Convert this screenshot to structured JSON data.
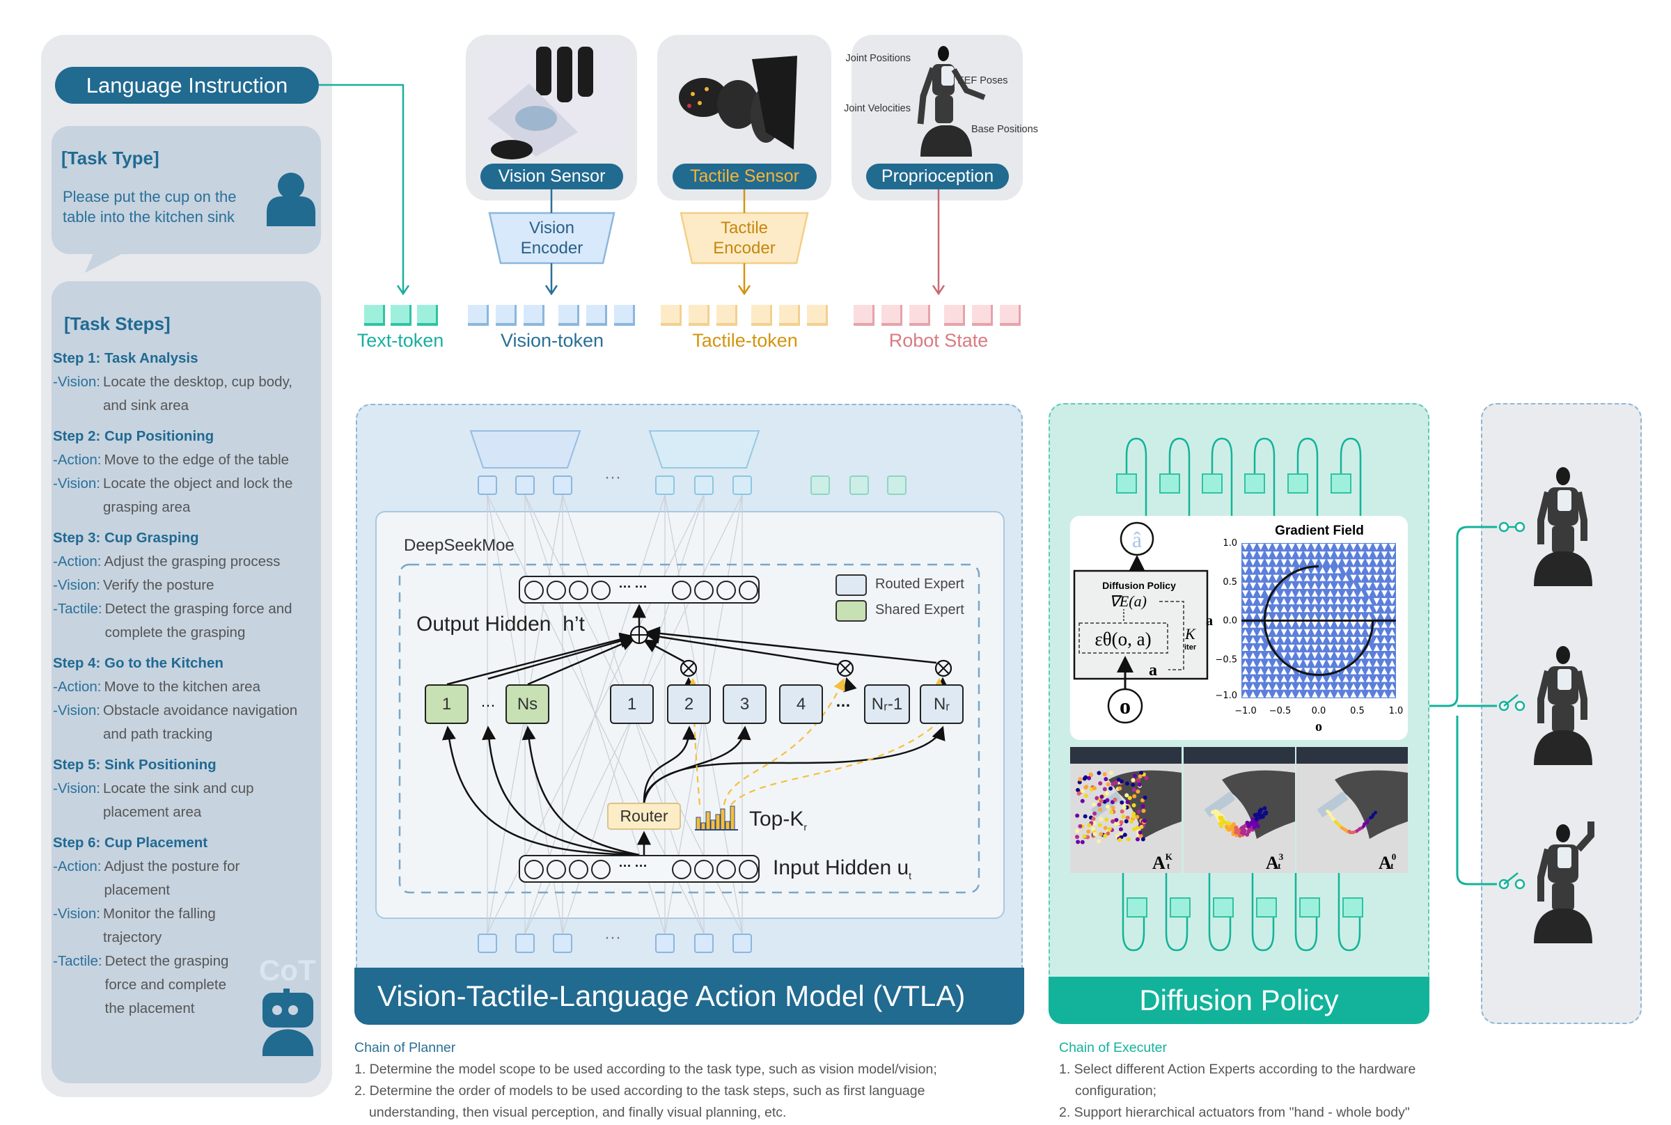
{
  "colors": {
    "brand_blue": "#216a90",
    "text_teal": "#1aae9f",
    "vision_blue": "#2a6f96",
    "tactile_orange": "#d4940f",
    "robot_red": "#c96a75",
    "diffusion_teal": "#12b39a",
    "panel_gray": "#e7e9ed",
    "steps_bg": "#c7d3df"
  },
  "left_panel": {
    "language_instruction": "Language Instruction",
    "task_type": {
      "heading": "[Task Type]",
      "text_line1": "Please put the cup on the",
      "text_line2": "table into the kitchen sink",
      "icon": "user-icon"
    },
    "task_steps": {
      "heading": "[Task Steps]",
      "steps": [
        {
          "title": "Step 1: Task Analysis",
          "items": [
            {
              "label": "-Vision:",
              "text": "Locate the desktop, cup body, and sink area"
            }
          ]
        },
        {
          "title": "Step 2: Cup Positioning",
          "items": [
            {
              "label": "-Action:",
              "text": "Move to the edge of the table"
            },
            {
              "label": "-Vision:",
              "text": "Locate the object and lock the grasping area"
            }
          ]
        },
        {
          "title": "Step 3: Cup Grasping",
          "items": [
            {
              "label": "-Action:",
              "text": "Adjust the grasping process"
            },
            {
              "label": "-Vision:",
              "text": "Verify the posture"
            },
            {
              "label": "-Tactile:",
              "text": "Detect the grasping force and complete the grasping"
            }
          ]
        },
        {
          "title": "Step 4: Go to the Kitchen",
          "items": [
            {
              "label": "-Action:",
              "text": "Move to the kitchen area"
            },
            {
              "label": "-Vision:",
              "text": "Obstacle avoidance navigation and path tracking"
            }
          ]
        },
        {
          "title": "Step 5: Sink Positioning",
          "items": [
            {
              "label": "-Vision:",
              "text": "Locate the sink and cup placement area"
            }
          ]
        },
        {
          "title": "Step 6: Cup Placement",
          "items": [
            {
              "label": "-Action:",
              "text": "Adjust the posture for placement"
            },
            {
              "label": "-Vision:",
              "text": "Monitor the falling trajectory"
            },
            {
              "label": "-Tactile:",
              "text": "Detect the grasping force and complete the placement"
            }
          ]
        }
      ]
    },
    "cot_label": "CoT",
    "robot_icon": "robot-icon"
  },
  "sensors": {
    "vision": "Vision Sensor",
    "tactile": "Tactile Sensor",
    "proprioception": "Proprioception",
    "proprio_labels": {
      "joint_positions": "Joint Positions",
      "eef_poses": "EEF Poses",
      "joint_velocities": "Joint Velocities",
      "base_positions": "Base Positions"
    }
  },
  "encoders": {
    "vision_line1": "Vision",
    "vision_line2": "Encoder",
    "tactile_line1": "Tactile",
    "tactile_line2": "Encoder"
  },
  "tokens": {
    "text": "Text-token",
    "vision": "Vision-token",
    "tactile": "Tactile-token",
    "robot_state": "Robot State"
  },
  "vtla": {
    "title": "Vision-Tactile-Language Action Model (VTLA)",
    "ellipsis": "···",
    "moe": {
      "name": "DeepSeekMoe",
      "output_hidden": "Output Hidden  h’t",
      "input_hidden": "Input Hidden u",
      "input_hidden_sub": "t",
      "router": "Router",
      "topk": "Top-K",
      "topk_sub": "r",
      "bar_dots": "··· ···",
      "legend": {
        "routed": "Routed Expert",
        "shared": "Shared Expert"
      },
      "shared_experts": [
        "1",
        "…",
        "Ns"
      ],
      "routed_experts": [
        "1",
        "2",
        "3",
        "4",
        "…",
        "Nᵣ-1",
        "Nᵣ"
      ]
    }
  },
  "diffusion": {
    "title": "Diffusion Policy",
    "policy_box": {
      "title": "Diffusion Policy",
      "grad": "∇E(a)",
      "eps": "εθ(o, a)",
      "k": "K",
      "iter": "iter",
      "a": "a",
      "a_hat": "â",
      "o": "o"
    },
    "gradient_field": {
      "title": "Gradient Field",
      "xlabel": "o",
      "ylabel": "a",
      "xticks": [
        "−1.0",
        "−0.5",
        "0.0",
        "0.5",
        "1.0"
      ],
      "yticks": [
        "1.0",
        "0.5",
        "0.0",
        "−0.5",
        "−1.0"
      ],
      "xlim": [
        -1,
        1
      ],
      "ylim": [
        -1,
        1
      ]
    },
    "samples": [
      {
        "label": "A",
        "sup": "K",
        "sub": "t"
      },
      {
        "label": "A",
        "sup": "3",
        "sub": "t"
      },
      {
        "label": "A",
        "sup": "0",
        "sub": "t"
      }
    ]
  },
  "captions": {
    "planner": {
      "title": "Chain of Planner",
      "lines": [
        "1. Determine the model scope to be used according to the task type, such as vision model/vision;",
        "2. Determine the order of models to be used according to the task steps, such as first language",
        "understanding, then visual perception, and finally visual planning, etc."
      ]
    },
    "executer": {
      "title": "Chain of Executer",
      "lines": [
        "1. Select different Action Experts according to the hardware",
        "configuration;",
        "2. Support hierarchical actuators from \"hand - whole body\""
      ]
    }
  }
}
